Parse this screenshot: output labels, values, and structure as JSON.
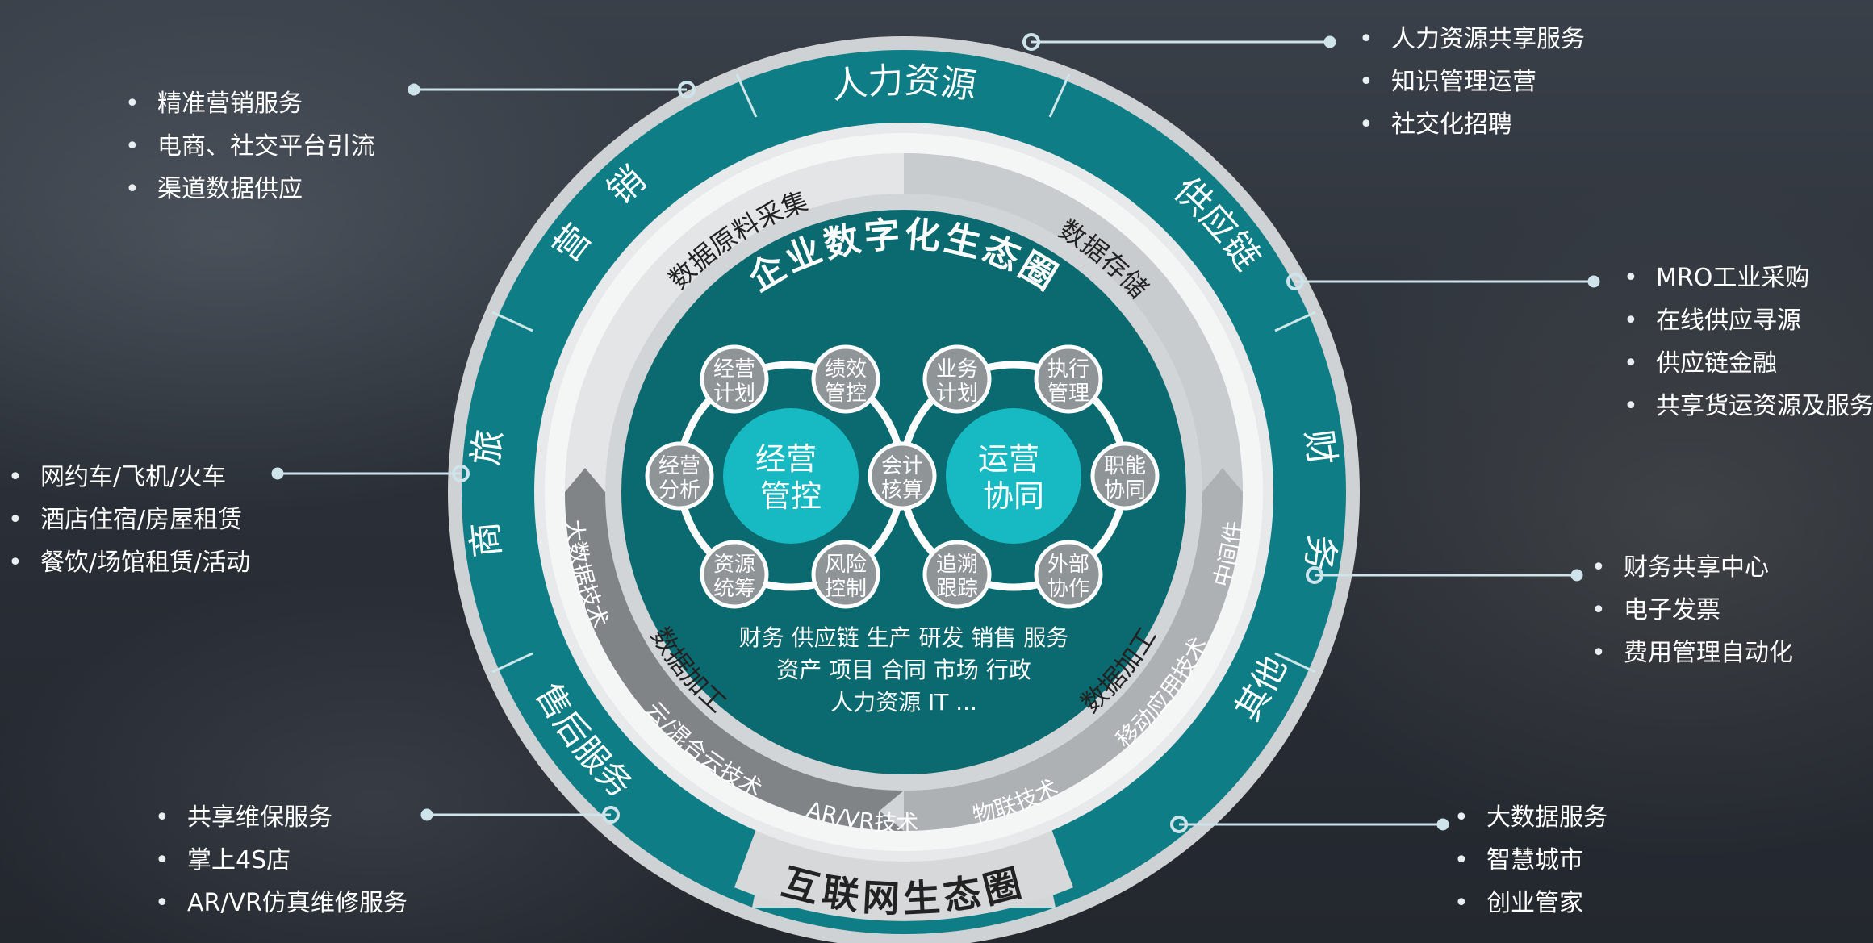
{
  "outer_ring": {
    "hr": "人力资源",
    "supply": "供应链",
    "finance_a": "财",
    "finance_b": "务",
    "other": "其他",
    "aftersales": "售后服务",
    "travel_a": "商",
    "travel_b": "旅",
    "marketing_a": "营",
    "marketing_b": "销",
    "internet": "互联网生态圈"
  },
  "middle_ring": {
    "collect": "数据原料采集",
    "store": "数据存储",
    "process_left": "数据加工",
    "process_right": "数据加工",
    "tech": [
      "大数据技术",
      "云/混合云技术",
      "AR/VR技术",
      "物联技术",
      "移动应用技术",
      "中间件"
    ]
  },
  "core": {
    "title": "企业数字化生态圈",
    "left_hub": [
      "经营",
      "管控"
    ],
    "right_hub": [
      "运营",
      "协同"
    ],
    "center_node": [
      "会计",
      "核算"
    ],
    "left_nodes": [
      [
        "经营",
        "计划"
      ],
      [
        "绩效",
        "管控"
      ],
      [
        "经营",
        "分析"
      ],
      [
        "资源",
        "统筹"
      ],
      [
        "风险",
        "控制"
      ]
    ],
    "right_nodes": [
      [
        "业务",
        "计划"
      ],
      [
        "执行",
        "管理"
      ],
      [
        "职能",
        "协同"
      ],
      [
        "追溯",
        "跟踪"
      ],
      [
        "外部",
        "协作"
      ]
    ],
    "domains": [
      "财务 供应链 生产 研发 销售 服务",
      "资产 项目 合同 市场 行政",
      "人力资源 IT ..."
    ]
  },
  "callouts": {
    "marketing": [
      "精准营销服务",
      "电商、社交平台引流",
      "渠道数据供应"
    ],
    "hr": [
      "人力资源共享服务",
      "知识管理运营",
      "社交化招聘"
    ],
    "supply": [
      "MRO工业采购",
      "在线供应寻源",
      "供应链金融",
      "共享货运资源及服务"
    ],
    "travel": [
      "网约车/飞机/火车",
      "酒店住宿/房屋租赁",
      "餐饮/场馆租赁/活动"
    ],
    "finance": [
      "财务共享中心",
      "电子发票",
      "费用管理自动化"
    ],
    "aftersales": [
      "共享维保服务",
      "掌上4S店",
      "AR/VR仿真维修服务"
    ],
    "other": [
      "大数据服务",
      "智慧城市",
      "创业管家"
    ]
  },
  "colors": {
    "teal": "#0e7d86",
    "teal_dark": "#0a5e66",
    "core_teal": "#0b6a70",
    "hub": "#17b9c2",
    "node": "#8f9497",
    "ring_grey": "#d4d6d8"
  }
}
